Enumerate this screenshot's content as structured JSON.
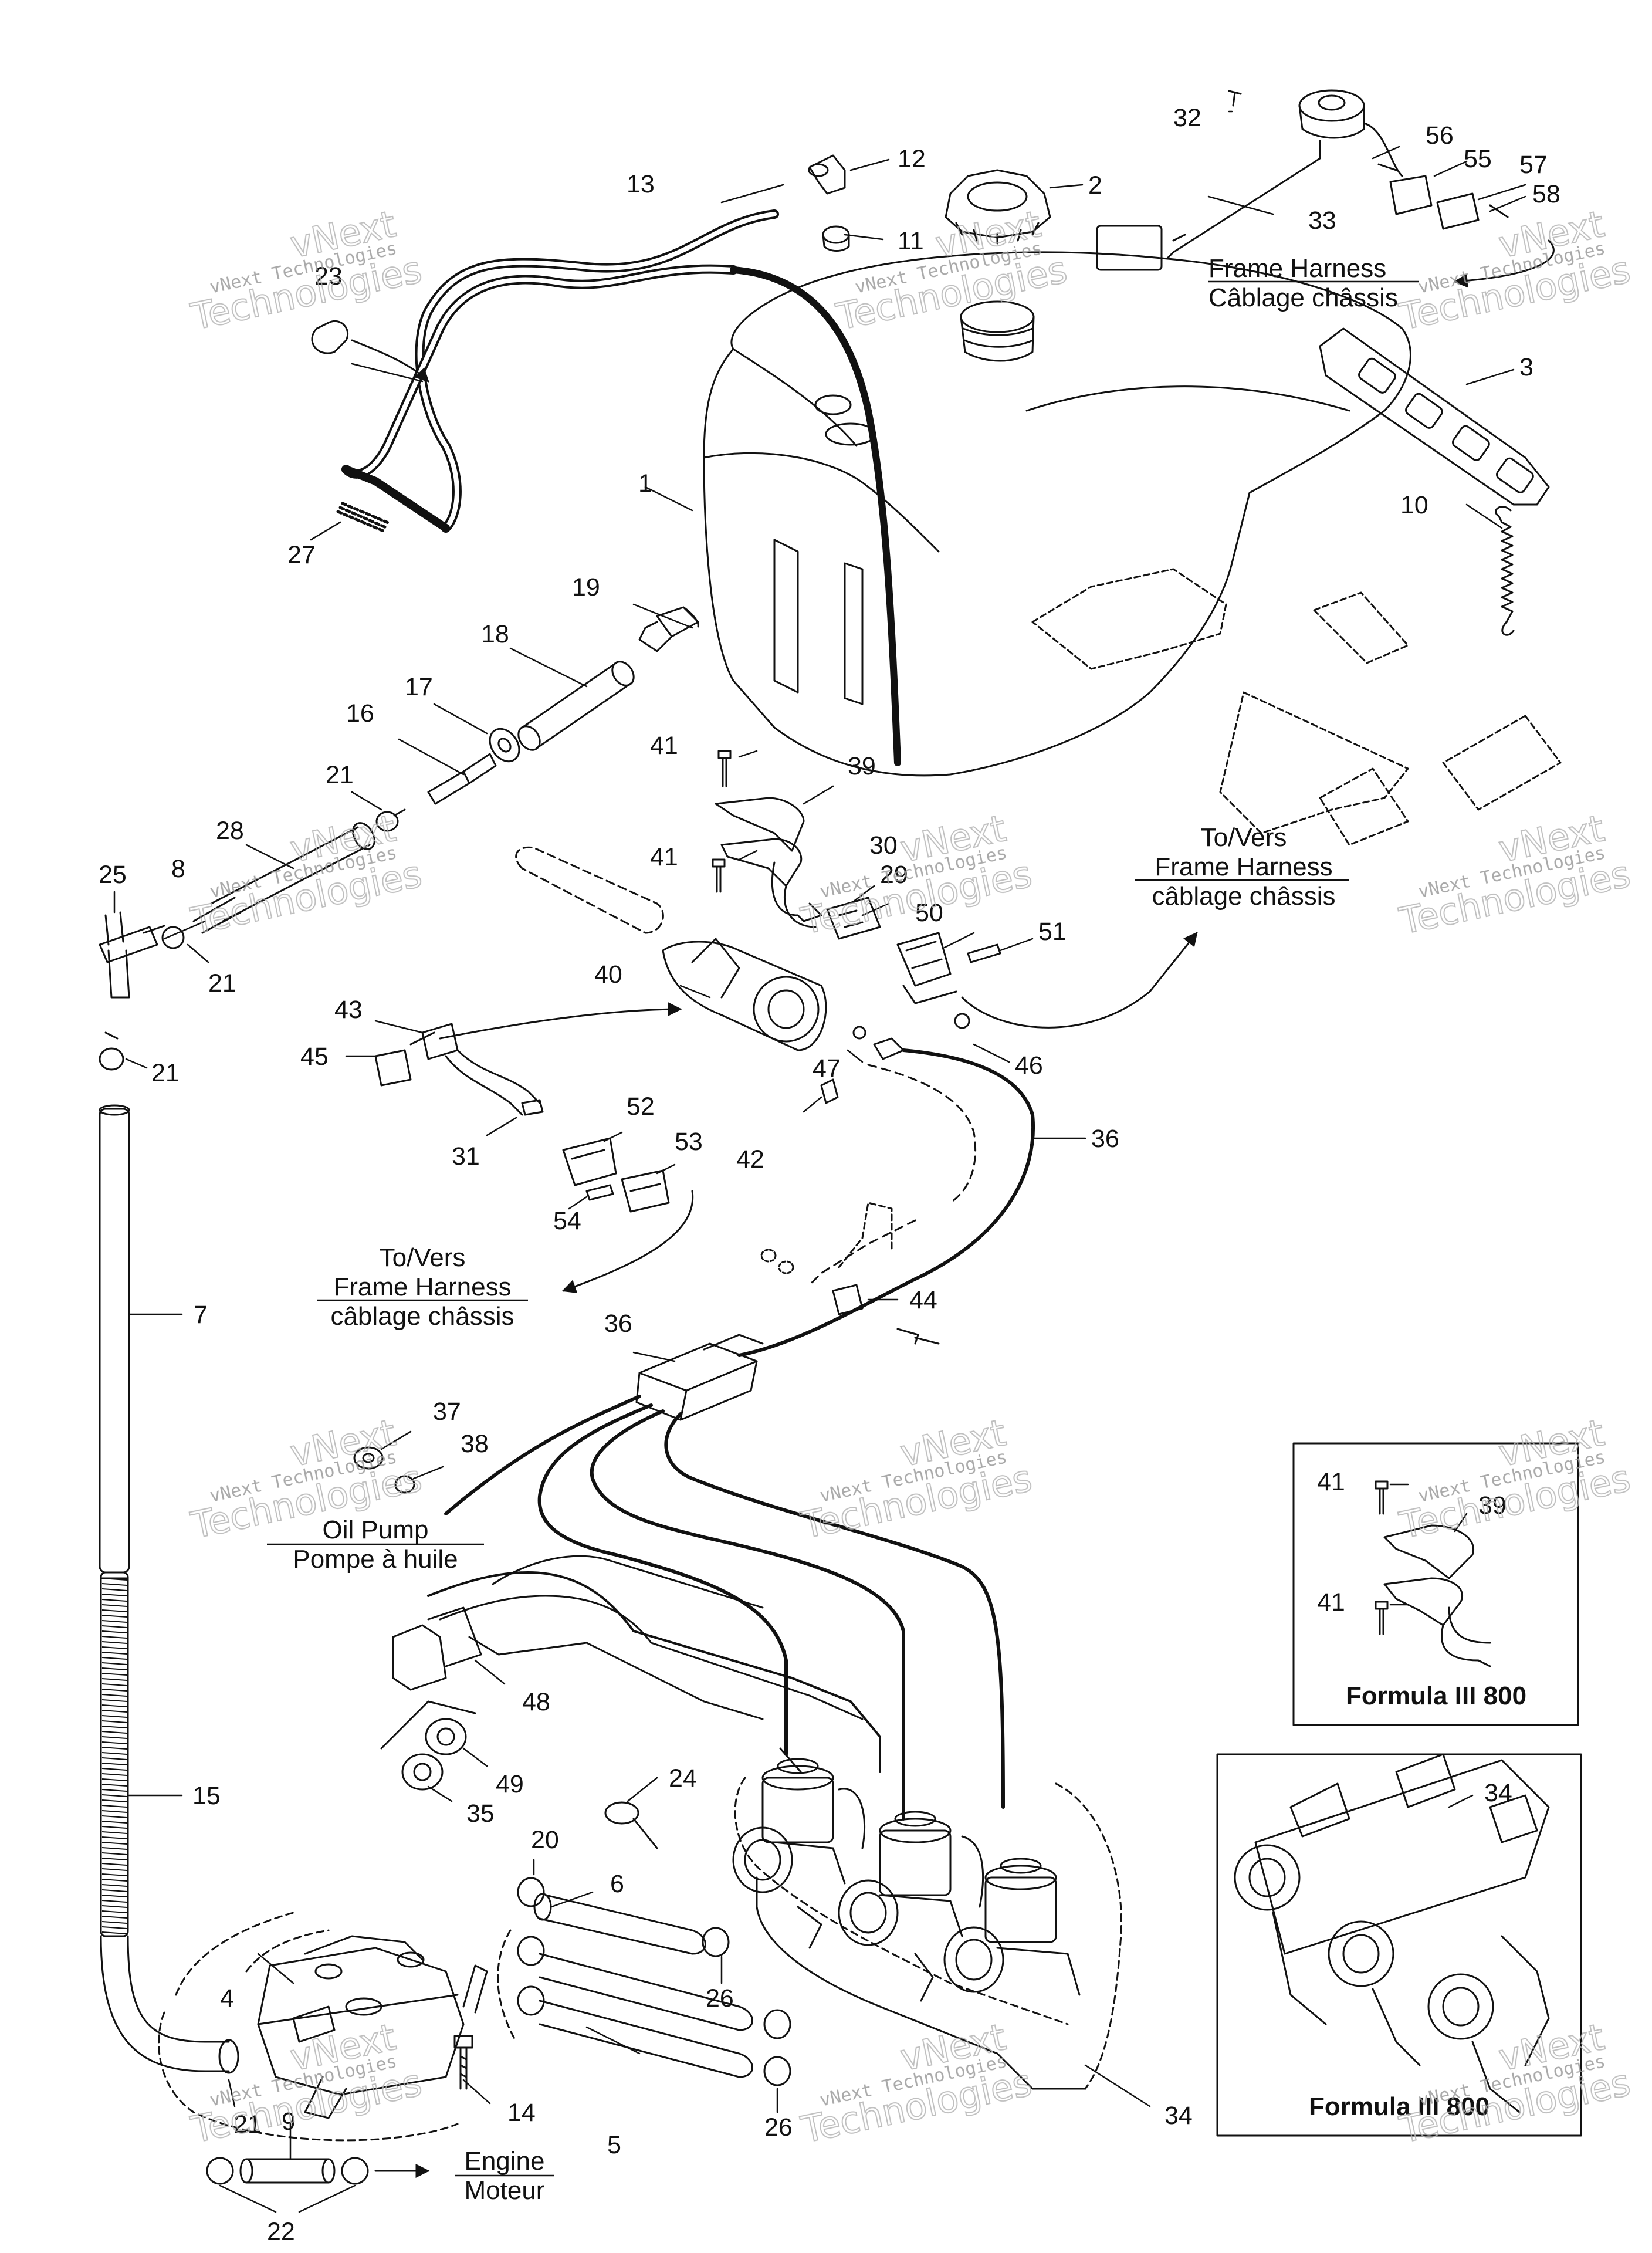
{
  "part_labels": {
    "p1": "1",
    "p2": "2",
    "p3": "3",
    "p4": "4",
    "p5": "5",
    "p6": "6",
    "p7": "7",
    "p8": "8",
    "p9": "9",
    "p10": "10",
    "p11": "11",
    "p12": "12",
    "p13": "13",
    "p14": "14",
    "p15": "15",
    "p16": "16",
    "p17": "17",
    "p18": "18",
    "p19": "19",
    "p20": "20",
    "p21": "21",
    "p22": "22",
    "p23": "23",
    "p24": "24",
    "p25": "25",
    "p26": "26",
    "p27": "27",
    "p28": "28",
    "p29": "29",
    "p30": "30",
    "p31": "31",
    "p32": "32",
    "p33": "33",
    "p34": "34",
    "p35": "35",
    "p36": "36",
    "p37": "37",
    "p38": "38",
    "p39": "39",
    "p40": "40",
    "p41": "41",
    "p42": "42",
    "p43": "43",
    "p44": "44",
    "p45": "45",
    "p46": "46",
    "p47": "47",
    "p48": "48",
    "p49": "49",
    "p50": "50",
    "p51": "51",
    "p52": "52",
    "p53": "53",
    "p54": "54",
    "p55": "55",
    "p56": "56",
    "p57": "57",
    "p58": "58"
  },
  "captions": {
    "frame_harness_en": "Frame Harness",
    "frame_harness_fr": "Câblage châssis",
    "to_vers": "To/Vers",
    "frame_harness_fr_lower": "câblage châssis",
    "oil_pump_en": "Oil Pump",
    "oil_pump_fr": "Pompe à huile",
    "engine_en": "Engine",
    "engine_fr": "Moteur",
    "inset_title": "Formula III 800"
  },
  "watermark": {
    "line1": "vNext Technologies",
    "line2": "Technologies",
    "line3": "vNext"
  }
}
